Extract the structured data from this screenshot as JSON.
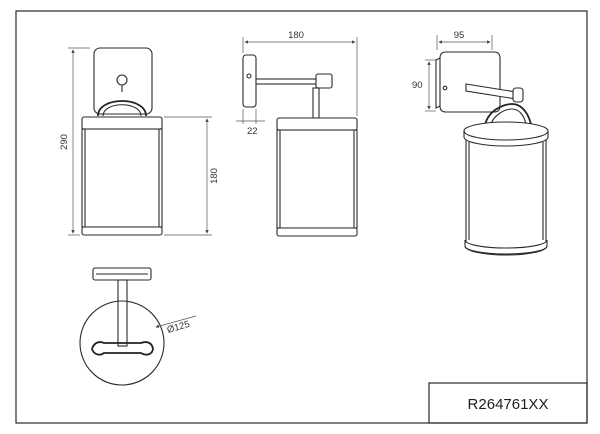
{
  "product_code": "R264761XX",
  "dimensions": {
    "total_height": "290",
    "shade_height": "180",
    "projection": "180",
    "plate_depth": "22",
    "plate_width": "95",
    "plate_height": "90",
    "shade_diameter": "Ø125"
  },
  "colors": {
    "line": "#2a2a2a",
    "background": "#ffffff"
  }
}
